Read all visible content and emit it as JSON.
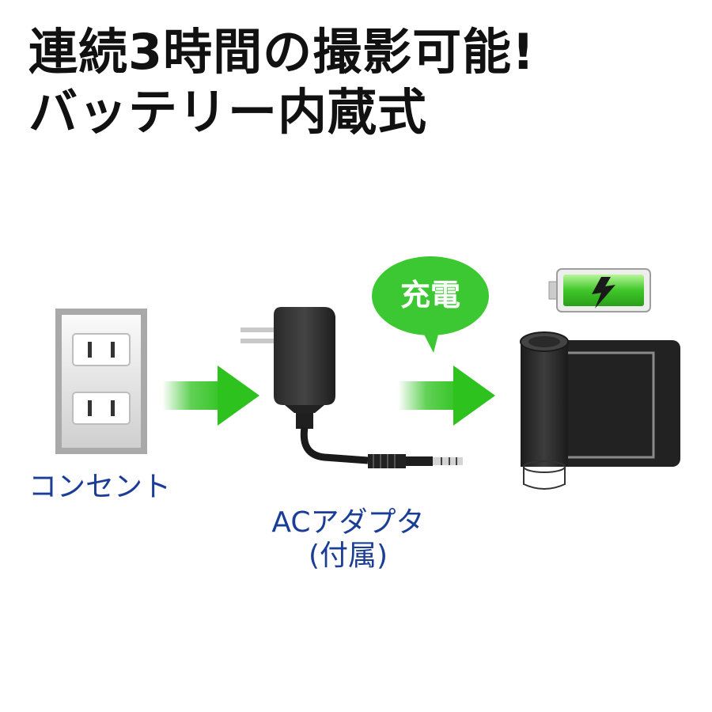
{
  "headline": {
    "line1": "連続3時間の撮影可能!",
    "line2": "バッテリー内蔵式"
  },
  "labels": {
    "outlet": "コンセント",
    "adapter_line1": "ACアダプタ",
    "adapter_line2": "(付属)",
    "charge_bubble": "充電"
  },
  "battery_level": 1.0,
  "colors": {
    "arrow_green": "#2ec21f",
    "bubble_green": "#3cc832",
    "caption_blue": "#1a3d96",
    "headline": "#111111"
  },
  "icons": [
    "wall-outlet-icon",
    "ac-adapter-icon",
    "arrow-right-icon",
    "battery-full-icon",
    "lightning-bolt-icon",
    "camera-device-icon"
  ]
}
